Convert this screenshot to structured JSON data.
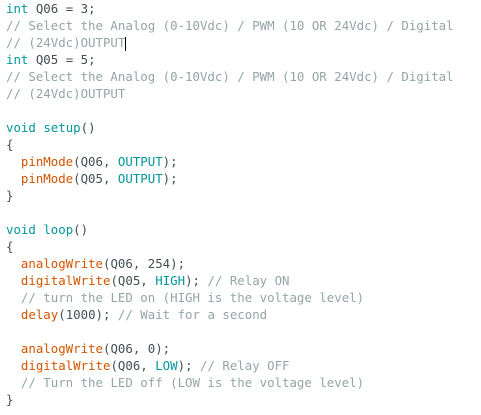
{
  "colors": {
    "background": "#ffffff",
    "keyword": "#00979c",
    "function": "#d35400",
    "comment": "#95a5a6",
    "plain": "#434f54"
  },
  "lines": [
    [
      [
        "type",
        "int"
      ],
      [
        "plain",
        " Q06 = 3;"
      ]
    ],
    [
      [
        "comment",
        "// Select the Analog (0-10Vdc) / PWM (10 OR 24Vdc) / Digital"
      ]
    ],
    [
      [
        "comment",
        "// (24Vdc)OUTPUT"
      ],
      [
        "caret",
        ""
      ]
    ],
    [
      [
        "type",
        "int"
      ],
      [
        "plain",
        " Q05 = 5;"
      ]
    ],
    [
      [
        "comment",
        "// Select the Analog (0-10Vdc) / PWM (10 OR 24Vdc) / Digital"
      ]
    ],
    [
      [
        "comment",
        "// (24Vdc)OUTPUT"
      ]
    ],
    [],
    [
      [
        "type",
        "void"
      ],
      [
        "plain",
        " "
      ],
      [
        "kw",
        "setup"
      ],
      [
        "plain",
        "()"
      ]
    ],
    [
      [
        "plain",
        "{"
      ]
    ],
    [
      [
        "plain",
        "  "
      ],
      [
        "fn",
        "pinMode"
      ],
      [
        "plain",
        "(Q06, "
      ],
      [
        "const",
        "OUTPUT"
      ],
      [
        "plain",
        ");"
      ]
    ],
    [
      [
        "plain",
        "  "
      ],
      [
        "fn",
        "pinMode"
      ],
      [
        "plain",
        "(Q05, "
      ],
      [
        "const",
        "OUTPUT"
      ],
      [
        "plain",
        ");"
      ]
    ],
    [
      [
        "plain",
        "}"
      ]
    ],
    [],
    [
      [
        "type",
        "void"
      ],
      [
        "plain",
        " "
      ],
      [
        "kw",
        "loop"
      ],
      [
        "plain",
        "()"
      ]
    ],
    [
      [
        "plain",
        "{"
      ]
    ],
    [
      [
        "plain",
        "  "
      ],
      [
        "fn",
        "analogWrite"
      ],
      [
        "plain",
        "(Q06, 254);"
      ]
    ],
    [
      [
        "plain",
        "  "
      ],
      [
        "fn",
        "digitalWrite"
      ],
      [
        "plain",
        "(Q05, "
      ],
      [
        "const",
        "HIGH"
      ],
      [
        "plain",
        "); "
      ],
      [
        "comment",
        "// Relay ON"
      ]
    ],
    [
      [
        "plain",
        "  "
      ],
      [
        "comment",
        "// turn the LED on (HIGH is the voltage level)"
      ]
    ],
    [
      [
        "plain",
        "  "
      ],
      [
        "fn",
        "delay"
      ],
      [
        "plain",
        "(1000); "
      ],
      [
        "comment",
        "// Wait for a second"
      ]
    ],
    [],
    [
      [
        "plain",
        "  "
      ],
      [
        "fn",
        "analogWrite"
      ],
      [
        "plain",
        "(Q06, 0);"
      ]
    ],
    [
      [
        "plain",
        "  "
      ],
      [
        "fn",
        "digitalWrite"
      ],
      [
        "plain",
        "(Q06, "
      ],
      [
        "const",
        "LOW"
      ],
      [
        "plain",
        "); "
      ],
      [
        "comment",
        "// Relay OFF"
      ]
    ],
    [
      [
        "plain",
        "  "
      ],
      [
        "comment",
        "// Turn the LED off (LOW is the voltage level)"
      ]
    ],
    [
      [
        "plain",
        "}"
      ]
    ]
  ]
}
